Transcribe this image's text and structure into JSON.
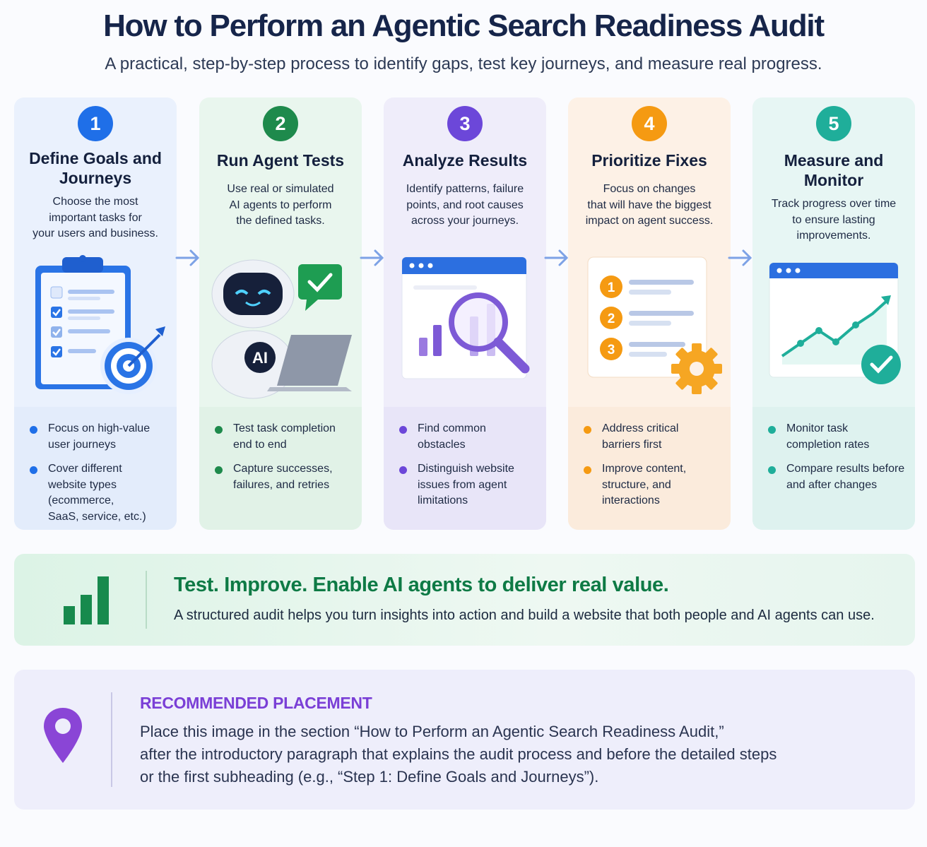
{
  "header": {
    "title": "How to Perform an Agentic Search Readiness Audit",
    "subtitle": "A practical, step-by-step process to identify gaps, test key journeys, and measure real progress."
  },
  "steps": [
    {
      "number": "1",
      "title": "Define Goals and Journeys",
      "description": "Choose the most\nimportant tasks for\nyour users and business.",
      "accent": "#1f6fe8",
      "icon": "clipboard-target-icon",
      "bullets": [
        "Focus on high-value\nuser journeys",
        "Cover different\nwebsite types (ecommerce,\nSaaS, service, etc.)"
      ]
    },
    {
      "number": "2",
      "title": "Run Agent Tests",
      "description": "Use real or simulated\nAI agents to perform\nthe defined tasks.",
      "accent": "#1e8a4c",
      "icon": "robot-laptop-icon",
      "illustration_label": "AI",
      "bullets": [
        "Test task completion\nend to end",
        "Capture successes,\nfailures, and retries"
      ]
    },
    {
      "number": "3",
      "title": "Analyze Results",
      "description": "Identify patterns, failure\npoints, and root causes\nacross your journeys.",
      "accent": "#6c47d9",
      "icon": "magnifier-chart-icon",
      "bullets": [
        "Find common\nobstacles",
        "Distinguish website\nissues from agent\nlimitations"
      ]
    },
    {
      "number": "4",
      "title": "Prioritize Fixes",
      "description": "Focus on changes\nthat will have the biggest\nimpact on agent success.",
      "accent": "#f59a12",
      "icon": "priority-list-gear-icon",
      "illustration_items": [
        "1",
        "2",
        "3"
      ],
      "bullets": [
        "Address critical\nbarriers first",
        "Improve content,\nstructure, and\ninteractions"
      ]
    },
    {
      "number": "5",
      "title": "Measure and Monitor",
      "description": "Track progress over time\nto ensure lasting\nimprovements.",
      "accent": "#1fae9a",
      "icon": "trend-chart-check-icon",
      "bullets": [
        "Monitor task\ncompletion rates",
        "Compare results before\nand after changes"
      ]
    }
  ],
  "banner": {
    "icon": "bar-chart-icon",
    "title": "Test. Improve. Enable AI agents to deliver real value.",
    "description": "A structured audit helps you turn insights into action and build a website that both people and AI agents can use."
  },
  "placement": {
    "icon": "location-pin-icon",
    "title": "RECOMMENDED PLACEMENT",
    "body": "Place this image in the section “How to Perform an Agentic Search Readiness Audit,”\nafter the introductory paragraph that explains the audit process and before the detailed steps\nor the first subheading (e.g., “Step 1: Define Goals and Journeys”)."
  }
}
